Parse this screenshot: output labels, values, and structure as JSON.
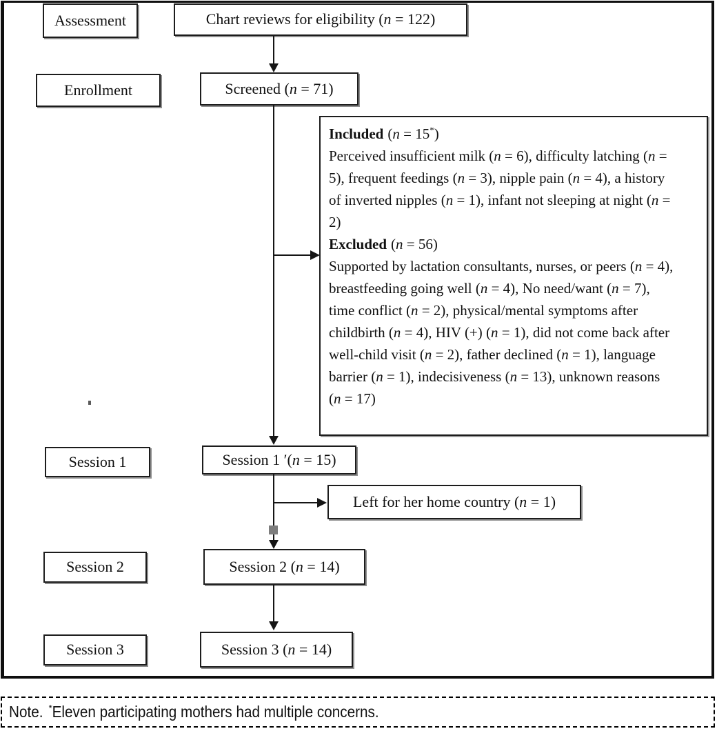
{
  "stages": {
    "assessment": "Assessment",
    "enrollment": "Enrollment",
    "session1": "Session 1",
    "session2": "Session 2",
    "session3": "Session 3"
  },
  "flow": {
    "chart_reviews": "Chart reviews for eligibility (n = 122)",
    "screened": "Screened (n = 71)",
    "session1": "Session 1 ′(n = 15)",
    "left_home_country": "Left for her home country (n = 1)",
    "session2": "Session 2 (n = 14)",
    "session3": "Session 3 (n = 14)"
  },
  "detail_box": {
    "included": {
      "label": "Included",
      "count_prefix": "(n = 15",
      "footnote_marker": "*",
      "count_suffix": ")",
      "body": "Perceived insufficient milk (n = 6), difficulty latching (n = 5), frequent feedings (n = 3), nipple pain (n = 4), a history of inverted nipples (n = 1), infant not sleeping at night (n = 2)"
    },
    "excluded": {
      "label": "Excluded",
      "count_prefix": "(n = 56",
      "footnote_marker": "",
      "count_suffix": ")",
      "body": "Supported by lactation consultants, nurses, or peers (n = 4), breastfeeding going well (n = 4), No need/want (n = 7), time conflict (n = 2), physical/mental symptoms after childbirth (n = 4), HIV (+) (n = 1), did not come back after well-child visit (n = 2), father declined (n = 1), language barrier (n = 1), indecisiveness (n = 13), unknown reasons (n = 17)"
    }
  },
  "note": {
    "prefix": "Note.",
    "footnote_marker": "*",
    "text": "Eleven participating mothers had multiple concerns."
  },
  "colors": {
    "ink": "#111111",
    "box_border": "#1c1c1c",
    "box_shadow": "#8f8f8f",
    "background": "#ffffff"
  }
}
